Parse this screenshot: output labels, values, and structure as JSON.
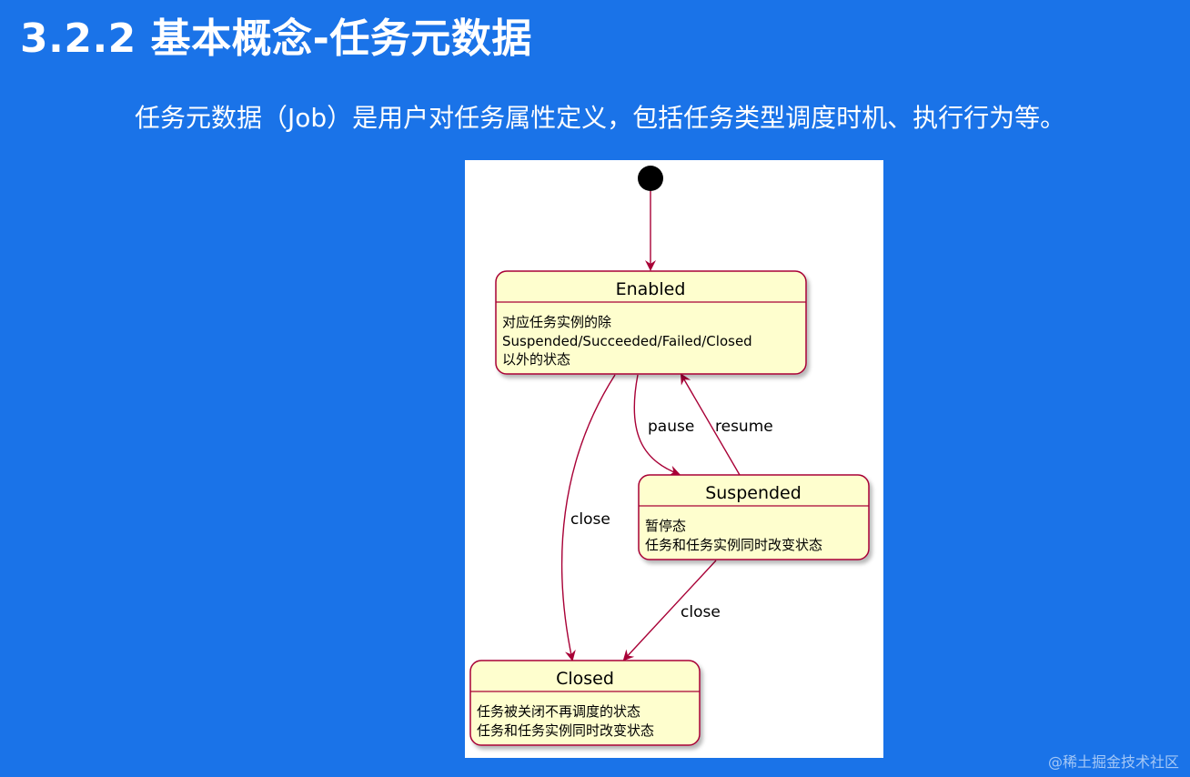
{
  "slide": {
    "title": "3.2.2 基本概念-任务元数据",
    "subtitle": "任务元数据（Job）是用户对任务属性定义，包括任务类型调度时机、执行行为等。"
  },
  "diagram": {
    "states": {
      "enabled": {
        "name": "Enabled",
        "desc": [
          "对应任务实例的除",
          "Suspended/Succeeded/Failed/Closed",
          "以外的状态"
        ]
      },
      "suspended": {
        "name": "Suspended",
        "desc": [
          "暂停态",
          "任务和任务实例同时改变状态"
        ]
      },
      "closed": {
        "name": "Closed",
        "desc": [
          "任务被关闭不再调度的状态",
          "任务和任务实例同时改变状态"
        ]
      }
    },
    "transitions": {
      "pause": "pause",
      "resume": "resume",
      "close_from_enabled": "close",
      "close_from_suspended": "close"
    },
    "colors": {
      "state_fill": "#fefece",
      "state_border": "#a80036",
      "edge": "#a80036",
      "initial": "#000000"
    }
  },
  "watermark": "@稀土掘金技术社区"
}
